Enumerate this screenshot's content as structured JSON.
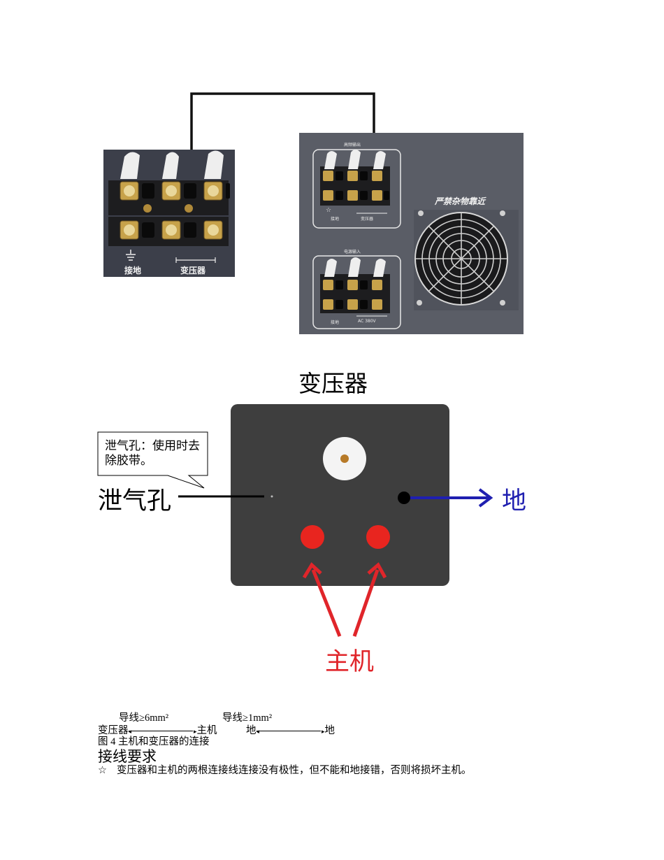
{
  "photo": {
    "left_labels": {
      "ground": "接地",
      "transformer": "变压器"
    },
    "right_panel": {
      "top_group_title": "高频输出",
      "top_ground": "接地",
      "top_transformer": "变压器",
      "warning": "严禁杂物靠近",
      "bottom_group_title": "电源输入",
      "bottom_ground": "接地",
      "bottom_voltage": "AC 380V"
    }
  },
  "diagram": {
    "title": "变压器",
    "callout": "泄气孔：使用时去除胶带。",
    "vent_label": "泄气孔",
    "ground_label": "地",
    "host_label": "主机",
    "colors": {
      "box": "#3e3e3e",
      "ground_arrow": "#1f1fb0",
      "host_arrow": "#e0252a",
      "terminal": "#e8251f"
    }
  },
  "doc": {
    "wire_spec_1": "导线≥6mm²",
    "wire_spec_2": "导线≥1mm²",
    "conn_1_from": "变压器",
    "conn_1_to": "主机",
    "conn_2_from": "地",
    "conn_2_to": "地",
    "figure_caption": "图 4 主机和变压器的连接",
    "section_heading": "接线要求",
    "requirement_star": "☆",
    "requirement_text": "变压器和主机的两根连接线连接没有极性，但不能和地接错，否则将损坏主机。"
  }
}
